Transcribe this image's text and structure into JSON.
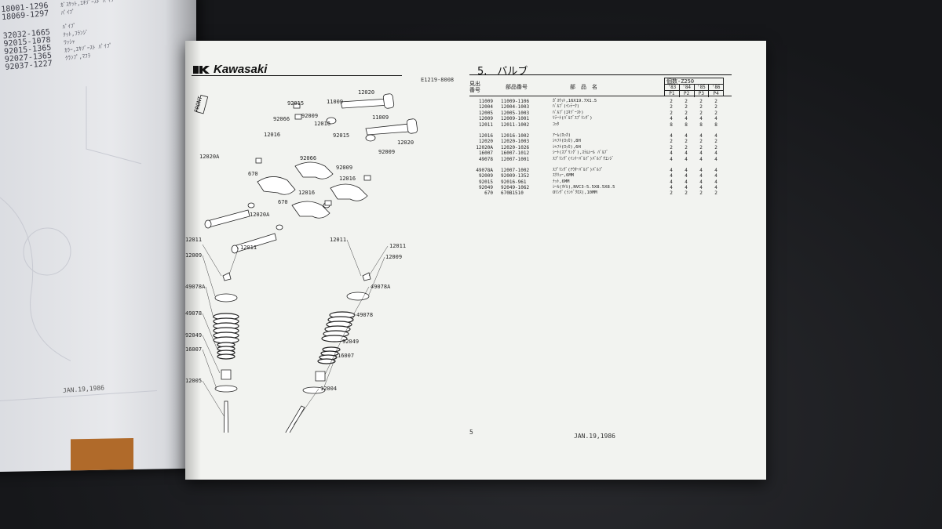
{
  "left_page": {
    "part_numbers": [
      "18001-1296",
      "18069-1297",
      "32032-1665",
      "92015-1078",
      "92015-1365",
      "92027-1365",
      "92037-1227"
    ],
    "descriptions": [
      "ｶﾞｽｹｯﾄ,ｴｷｿﾞｰｽﾄ ﾊﾟｲﾌﾟ",
      "ﾊﾟｲﾌﾟ",
      "ﾅｯﾄ,ﾌﾗﾝｼﾞ",
      "ﾜｯｼｬ",
      "ｶﾗｰ,ｴｷｿﾞｰｽﾄ ﾊﾟｲﾌﾟ",
      "ｸﾗﾝﾌﾟ,ﾏﾌﾗ"
    ],
    "date": "JAN.19,1986"
  },
  "page": {
    "brand": "Kawasaki",
    "doc_code": "E1219-8008",
    "section_title": "5.　バルブ",
    "page_number": "5",
    "date": "JAN.19,1986"
  },
  "diagram_labels": {
    "front": "FRONT",
    "l_92015": "92015",
    "l_11009a": "11009",
    "l_12020a": "12020",
    "l_92066a": "92066",
    "l_92009": "92009",
    "l_12016a": "12016",
    "l_12016b": "12016",
    "l_11009b": "11009",
    "l_92015b": "92015",
    "l_92009b": "92009",
    "l_12020b": "12020",
    "l_12020A1": "12020A",
    "l_670a": "670",
    "l_92066b": "92066",
    "l_92009c": "92009",
    "l_12016c": "12016",
    "l_12016d": "12016",
    "l_670b": "670",
    "l_12020A2": "12020A",
    "l_12011a": "12011",
    "l_12011b": "12011",
    "l_12009a": "12009",
    "l_49078A": "49078A",
    "l_49078": "49078",
    "l_92049a": "92049",
    "l_16007a": "16007",
    "l_12005": "12005",
    "l_12011c": "12011",
    "l_12011d": "12011",
    "l_12009b": "12009",
    "l_49078A2": "49078A",
    "l_49078b": "49078",
    "l_92049b": "92049",
    "l_16007b": "16007",
    "l_12004": "12004"
  },
  "table": {
    "col_ref": "見出番号",
    "col_part": "部品番号",
    "col_name": "部　品　名",
    "qty_title": "個数-Z250",
    "years": [
      "'83",
      "'84",
      "'85",
      "'86"
    ],
    "variants": [
      "P1",
      "P2",
      "P3",
      "P4"
    ],
    "rows": [
      {
        "ref": "11009",
        "part": "11009-1106",
        "name": "ｶﾞｽｹｯﾄ,16X19.7X1.5",
        "q": [
          "2",
          "2",
          "2",
          "2"
        ]
      },
      {
        "ref": "12004",
        "part": "12004-1003",
        "name": "ﾊﾞﾙﾌﾞ(ｲﾝﾃｰｸ)",
        "q": [
          "2",
          "2",
          "2",
          "2"
        ]
      },
      {
        "ref": "12005",
        "part": "12005-1003",
        "name": "ﾊﾞﾙﾌﾞ(ｴｷｿﾞｰｽﾄ)",
        "q": [
          "2",
          "2",
          "2",
          "2"
        ]
      },
      {
        "ref": "12009",
        "part": "12009-1001",
        "name": "ﾘﾃｰﾅ(ﾊﾞﾙﾌﾞｽﾌﾟﾘﾝｸﾞ)",
        "q": [
          "4",
          "4",
          "4",
          "4"
        ]
      },
      {
        "ref": "12011",
        "part": "12011-1002",
        "name": "ｺｯﾀ",
        "q": [
          "8",
          "8",
          "8",
          "8"
        ]
      },
      {
        "ref": "12016",
        "part": "12016-1002",
        "name": "ｱｰﾑ(ﾛｯｶ)",
        "q": [
          "4",
          "4",
          "4",
          "4"
        ],
        "gap": true
      },
      {
        "ref": "12020",
        "part": "12020-1003",
        "name": "ｼｬﾌﾄ(ﾛｯｶ),8H",
        "q": [
          "2",
          "2",
          "2",
          "2"
        ]
      },
      {
        "ref": "12020A",
        "part": "12020-1026",
        "name": "ｼｬﾌﾄ(ﾛｯｶ),6H",
        "q": [
          "2",
          "2",
          "2",
          "2"
        ]
      },
      {
        "ref": "16007",
        "part": "16007-1012",
        "name": "ｼｰﾄ(ｽﾌﾟﾘﾝｸﾞ),ｽﾃﾑｼｰﾙ ﾊﾞﾙﾌﾞ",
        "q": [
          "4",
          "4",
          "4",
          "4"
        ]
      },
      {
        "ref": "49078",
        "part": "12007-1001",
        "name": "ｽﾌﾟﾘﾝｸﾞ(ｲﾝﾅｰﾊﾞﾙﾌﾞ)ﾊﾞﾙﾌﾞﾁｴﾝｼﾞ",
        "q": [
          "4",
          "4",
          "4",
          "4"
        ]
      },
      {
        "ref": "49078A",
        "part": "12007-1002",
        "name": "ｽﾌﾟﾘﾝｸﾞ(ｱｳﾀｰﾊﾞﾙﾌﾞ)ﾊﾞﾙﾌﾞ",
        "q": [
          "4",
          "4",
          "4",
          "4"
        ],
        "gap": true
      },
      {
        "ref": "92009",
        "part": "92009-1352",
        "name": "ｽｸﾘｭｰ,6MM",
        "q": [
          "4",
          "4",
          "4",
          "4"
        ]
      },
      {
        "ref": "92015",
        "part": "92016-961",
        "name": "ﾅｯﾄ,6MM",
        "q": [
          "4",
          "4",
          "4",
          "4"
        ]
      },
      {
        "ref": "92049",
        "part": "92049-1062",
        "name": "ｼｰﾙ(ｵｲﾙ),NVC3-5.5X8.5X8.5",
        "q": [
          "4",
          "4",
          "4",
          "4"
        ]
      },
      {
        "ref": "670",
        "part": "670B1510",
        "name": "Oﾘﾝｸﾞ(ﾗﾝﾄﾞｸﾛｽ),10MM",
        "q": [
          "2",
          "2",
          "2",
          "2"
        ]
      }
    ]
  }
}
